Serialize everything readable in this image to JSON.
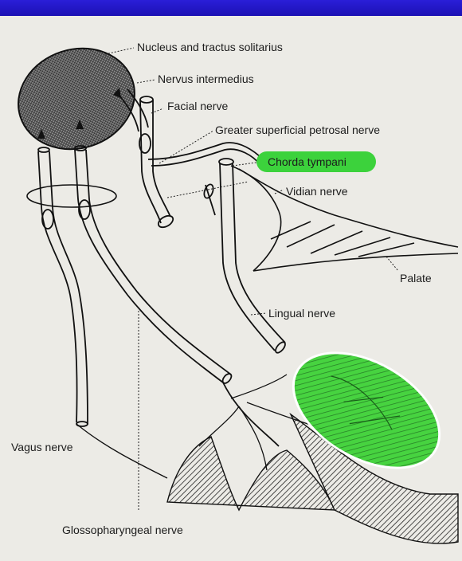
{
  "labels": {
    "nucleus": "Nucleus and tractus solitarius",
    "intermedius": "Nervus intermedius",
    "facial": "Facial nerve",
    "petrosal": "Greater superficial petrosal nerve",
    "chorda": "Chorda tympani",
    "vidian": "Vidian nerve",
    "palate": "Palate",
    "lingual": "Lingual nerve",
    "vagus": "Vagus nerve",
    "glosso": "Glossopharyngeal nerve"
  },
  "highlight_color": "#3cd23c",
  "band_color": "#1f14c8"
}
